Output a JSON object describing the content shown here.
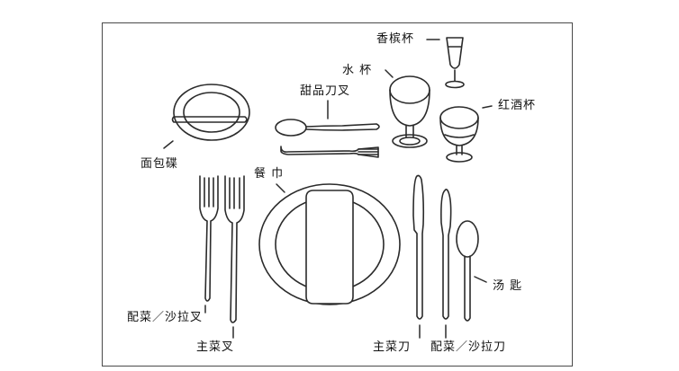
{
  "labels": {
    "champagne_glass": "香槟杯",
    "water_glass": "水 杯",
    "dessert_cutlery": "甜品刀叉",
    "red_wine_glass": "红酒杯",
    "bread_plate": "面包碟",
    "napkin": "餐 巾",
    "salad_fork": "配菜／沙拉叉",
    "dinner_fork": "主菜叉",
    "soup_spoon": "汤 匙",
    "dinner_knife": "主菜刀",
    "salad_knife": "配菜／沙拉刀"
  },
  "colors": {
    "line": "#2b2b2b",
    "frame": "#4a4a4a",
    "text": "#111111"
  }
}
